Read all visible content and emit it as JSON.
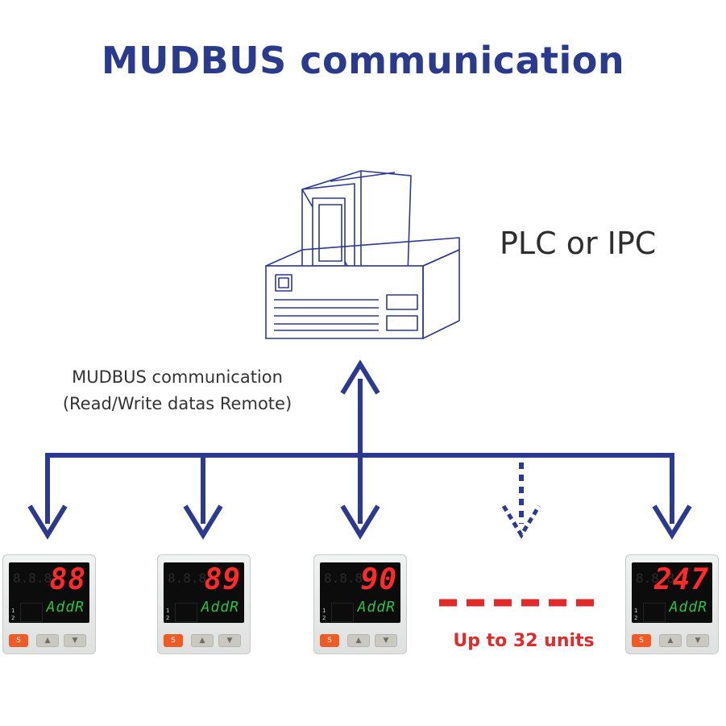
{
  "title": "MUDBUS communication",
  "host": {
    "label": "PLC or IPC",
    "icon": "computer-icon"
  },
  "bus": {
    "label_line1": "MUDBUS communication",
    "label_line2": "(Read/Write datas Remote)"
  },
  "devices": [
    {
      "value": "88",
      "addr_text": "AddR",
      "ghost": "8.8.8",
      "ch1": "1",
      "ch2": "2",
      "set_label": "S",
      "up_glyph": "▲",
      "down_glyph": "▼"
    },
    {
      "value": "89",
      "addr_text": "AddR",
      "ghost": "8.8.8",
      "ch1": "1",
      "ch2": "2",
      "set_label": "S",
      "up_glyph": "▲",
      "down_glyph": "▼"
    },
    {
      "value": "90",
      "addr_text": "AddR",
      "ghost": "8.8.8",
      "ch1": "1",
      "ch2": "2",
      "set_label": "S",
      "up_glyph": "▲",
      "down_glyph": "▼"
    },
    {
      "value": "247",
      "addr_text": "AddR",
      "ghost": "8.8.8",
      "ch1": "1",
      "ch2": "2",
      "set_label": "S",
      "up_glyph": "▲",
      "down_glyph": "▼"
    }
  ],
  "units_note": "Up to 32 units",
  "colors": {
    "bus": "#2b3990",
    "title": "#2a3a8c",
    "note": "#e12a2a",
    "segment_red": "#ff2a2a",
    "segment_green": "#27c24a"
  }
}
